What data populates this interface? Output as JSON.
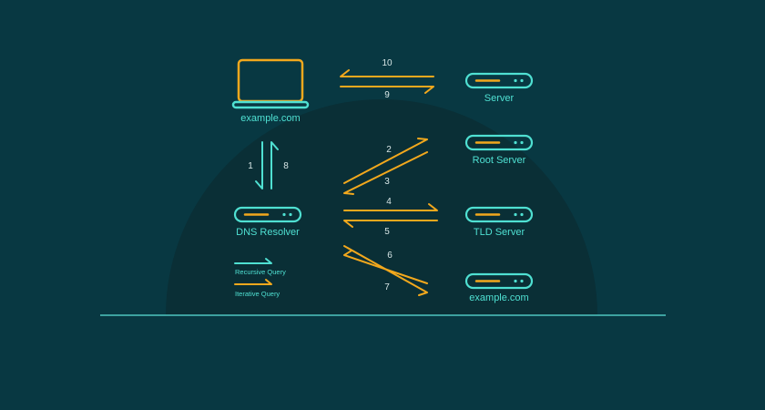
{
  "colors": {
    "background": "#083842",
    "semicircle": "#0a2f36",
    "recursive": "#4fe0d2",
    "iterative": "#f2a81d",
    "baseline": "#4fc5c0"
  },
  "nodes": {
    "client": {
      "label": "example.com",
      "icon": "laptop-icon"
    },
    "server": {
      "label": "Server",
      "icon": "server-icon"
    },
    "root_server": {
      "label": "Root Server",
      "icon": "server-icon"
    },
    "dns_resolver": {
      "label": "DNS Resolver",
      "icon": "server-icon"
    },
    "tld_server": {
      "label": "TLD Server",
      "icon": "server-icon"
    },
    "authoritative": {
      "label": "example.com",
      "icon": "server-icon"
    }
  },
  "steps": {
    "s1": "1",
    "s2": "2",
    "s3": "3",
    "s4": "4",
    "s5": "5",
    "s6": "6",
    "s7": "7",
    "s8": "8",
    "s9": "9",
    "s10": "10"
  },
  "legend": {
    "recursive": "Recursive Query",
    "iterative": "Iterative Query"
  }
}
